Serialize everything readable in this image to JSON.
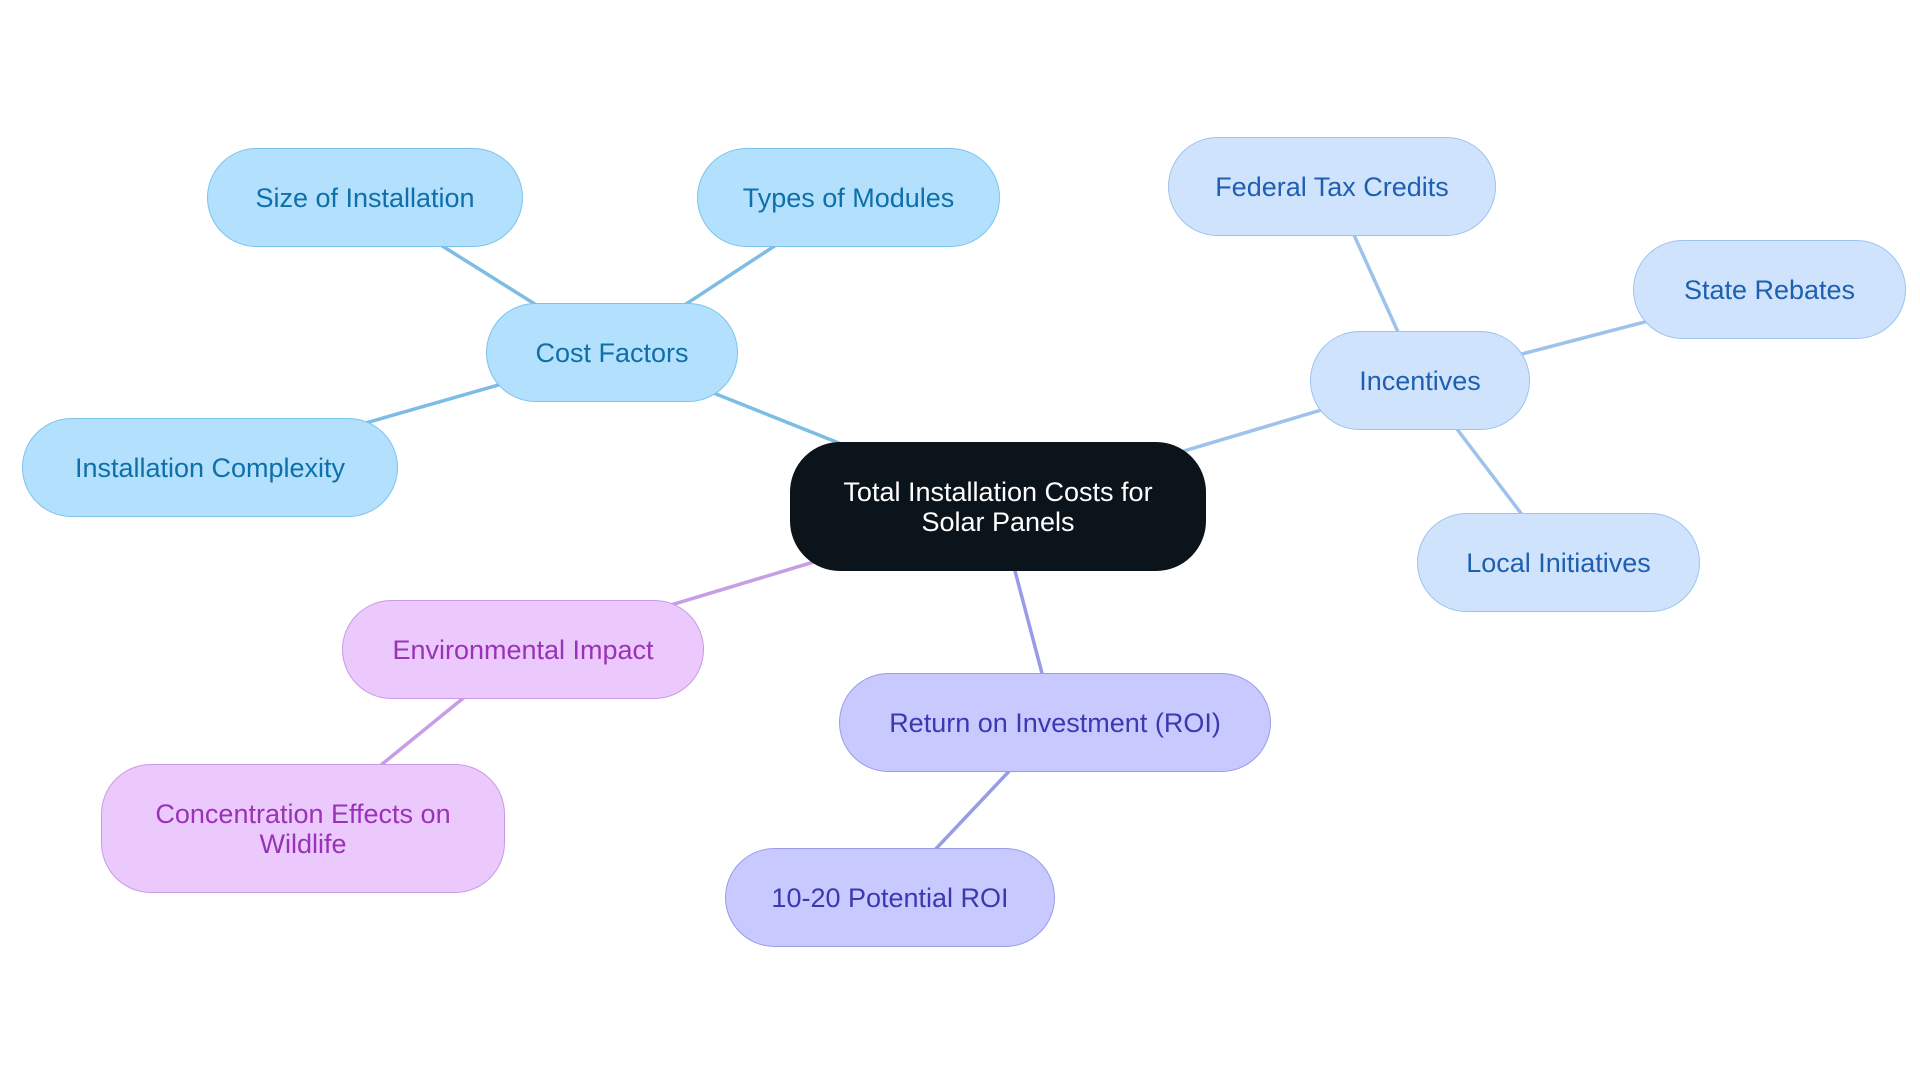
{
  "diagram": {
    "root": "Total Installation Costs for Solar Panels",
    "branches": [
      {
        "label": "Cost Factors",
        "color": "#7bbde4",
        "children": [
          "Size of Installation",
          "Types of Modules",
          "Installation Complexity"
        ]
      },
      {
        "label": "Incentives",
        "color": "#9dc3ea",
        "children": [
          "Federal Tax Credits",
          "State Rebates",
          "Local Initiatives"
        ]
      },
      {
        "label": "Environmental Impact",
        "color": "#c79ee6",
        "children": [
          "Concentration Effects on Wildlife"
        ]
      },
      {
        "label": "Return on Investment (ROI)",
        "color": "#9a9be6",
        "children": [
          "10-20 Potential ROI"
        ]
      }
    ]
  }
}
